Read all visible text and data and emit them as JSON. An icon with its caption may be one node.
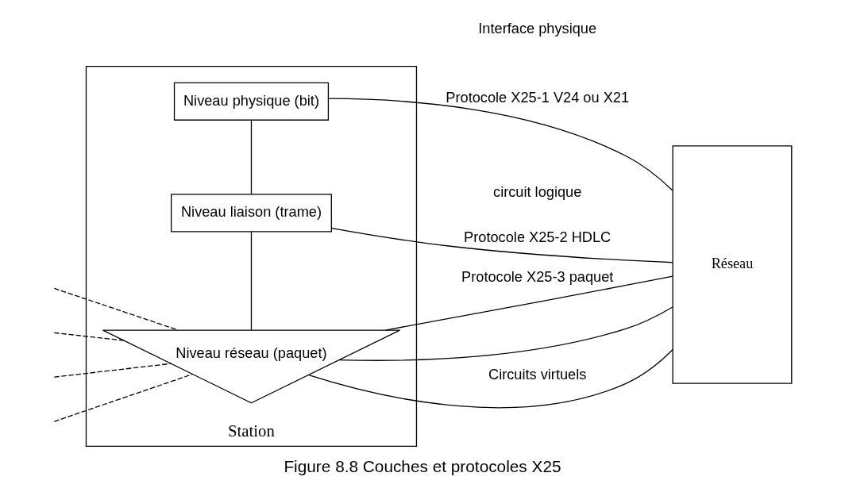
{
  "diagram": {
    "caption": "Figure 8.8 Couches et protocoles X25",
    "nodes": [
      {
        "text": [
          "Station"
        ]
      },
      {
        "text": [
          "Niveau réseau (paquet)"
        ],
        "in": 0
      },
      {
        "text": [
          "Niveau liaison (trame)"
        ],
        "in": 0
      },
      {
        "text": [
          "Niveau physique (bit)"
        ],
        "in": 0
      },
      {
        "text": [
          "Réseau"
        ]
      }
    ],
    "edges": [
      {
        "from": null,
        "to": 1,
        "arrow": "none",
        "style": "dashed"
      },
      {
        "from": null,
        "to": 1,
        "arrow": "none",
        "style": "dashed"
      },
      {
        "from": null,
        "to": 1,
        "arrow": "none",
        "style": "dashed"
      },
      {
        "from": null,
        "to": 1,
        "arrow": "none",
        "style": "dashed"
      },
      {
        "from": 1,
        "to": 4,
        "arrow": "none",
        "label": "Protocole X25-3 paquet"
      },
      {
        "from": 1,
        "to": 4,
        "arrow": "none"
      },
      {
        "from": 1,
        "to": 4,
        "arrow": "none",
        "label": "Circuits virtuels"
      },
      {
        "from": 2,
        "to": 4,
        "arrow": "none",
        "label": "Protocole X25-2 HDLC"
      },
      {
        "from": 3,
        "to": 4,
        "arrow": "none",
        "label": "Protocole X25-1 V24 ou X21"
      },
      {
        "from": 1,
        "to": 2,
        "arrow": "none"
      },
      {
        "from": 2,
        "to": 3,
        "arrow": "none"
      }
    ],
    "labels": [
      "circuit logique",
      "Interface physique"
    ]
  }
}
